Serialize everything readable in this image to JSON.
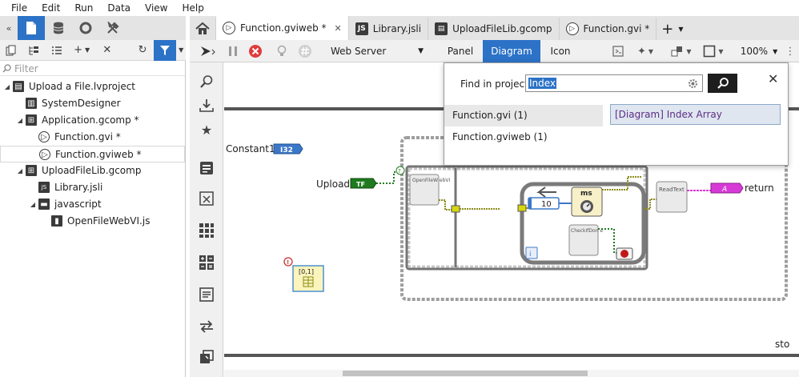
{
  "menu": [
    "File",
    "Edit",
    "Run",
    "Data",
    "View",
    "Help"
  ],
  "left_panel": {
    "filter_placeholder": "Filter",
    "tree": [
      {
        "label": "Upload a File.lvproject",
        "depth": 0,
        "icon": "project-icon",
        "expanded": true
      },
      {
        "label": "SystemDesigner",
        "depth": 1,
        "icon": "system-designer-icon",
        "expanded": null
      },
      {
        "label": "Application.gcomp *",
        "depth": 1,
        "icon": "component-icon",
        "expanded": true
      },
      {
        "label": "Function.gvi *",
        "depth": 2,
        "icon": "vi-icon",
        "expanded": null
      },
      {
        "label": "Function.gviweb *",
        "depth": 2,
        "icon": "webvi-icon",
        "expanded": null,
        "selected": true
      },
      {
        "label": "UploadFileLib.gcomp",
        "depth": 1,
        "icon": "component-icon",
        "expanded": true
      },
      {
        "label": "Library.jsli",
        "depth": 2,
        "icon": "js-library-icon",
        "expanded": null
      },
      {
        "label": "javascript",
        "depth": 2,
        "icon": "folder-icon",
        "expanded": true
      },
      {
        "label": "OpenFileWebVI.js",
        "depth": 3,
        "icon": "file-icon",
        "expanded": null
      }
    ]
  },
  "tabs": [
    {
      "label": "Function.gviweb *",
      "icon": "webvi-icon",
      "active": true,
      "closable": true
    },
    {
      "label": "Library.jsli",
      "icon": "js-library-icon",
      "active": false
    },
    {
      "label": "UploadFileLib.gcomp",
      "icon": "component-icon",
      "active": false
    },
    {
      "label": "Function.gvi *",
      "icon": "vi-icon",
      "active": false
    }
  ],
  "toolbar": {
    "target": "Web Server",
    "views": [
      "Panel",
      "Diagram",
      "Icon"
    ],
    "active_view": "Diagram",
    "zoom": "100%"
  },
  "find": {
    "label": "Find in project:",
    "query": "Index",
    "results": [
      "Function.gvi (1)",
      "Function.gviweb (1)"
    ],
    "match": "[Diagram] Index Array"
  },
  "diagram": {
    "constant_label": "Constant1",
    "constant_type": "I32",
    "upload_label": "Upload",
    "upload_type": "TF",
    "open_node": "OpenFileW ebVI",
    "wait_label": "ms",
    "wait_value": "10",
    "check_node": "CheckIfDon e",
    "read_node": "ReadText",
    "string_type": "A",
    "return_label": "return",
    "array_label": "[0,1]",
    "stop_label": "sto",
    "info_label": "i"
  },
  "colors": {
    "accent": "#2c72c7",
    "i32_blue": "#3c78c8",
    "bool_green": "#1f7a1f",
    "string_pink": "#d63ad6",
    "cluster_yellow": "#8c8c18"
  }
}
